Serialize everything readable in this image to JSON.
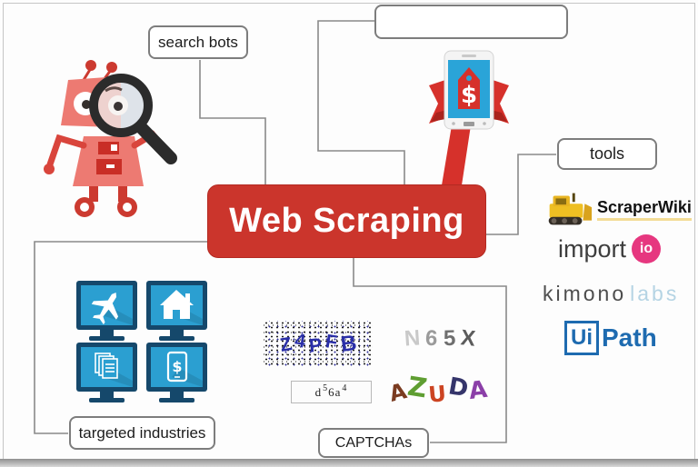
{
  "banner": {
    "label": "Web Scraping"
  },
  "nodes": {
    "search_bots": {
      "label": "search bots"
    },
    "top_box": {
      "label": ""
    },
    "tools": {
      "label": "tools"
    },
    "targeted_industries": {
      "label": "targeted industries"
    },
    "captchas": {
      "label": "CAPTCHAs"
    }
  },
  "illustrations": {
    "robot": "robot-with-magnifying-glass",
    "phone": {
      "icon": "price-tag",
      "dollar": "$"
    }
  },
  "monitors": [
    {
      "icon": "airplane-icon"
    },
    {
      "icon": "house-icon"
    },
    {
      "icon": "documents-icon"
    },
    {
      "icon": "mobile-dollar-icon",
      "dollar": "$"
    }
  ],
  "tools_logos": {
    "scraperwiki": {
      "text": "ScraperWiki",
      "icon": "bulldozer-icon"
    },
    "importio": {
      "text": "import",
      "badge": "io"
    },
    "kimonolabs": {
      "text": "kimono",
      "text2": "labs"
    },
    "uipath": {
      "text_box": "Ui",
      "text": "Path"
    }
  },
  "captcha_samples": {
    "noisy": {
      "letters": [
        "Z",
        "4",
        "P",
        "F",
        "B"
      ]
    },
    "gray": {
      "letters": [
        "N",
        "6",
        "5",
        "X"
      ]
    },
    "boxed": {
      "parts": [
        "d",
        "5",
        "6",
        "a",
        "4"
      ]
    },
    "colorful": {
      "letters": [
        "A",
        "Z",
        "U",
        "D",
        "A"
      ]
    }
  },
  "colors": {
    "banner_red": "#cb352c",
    "connector_gray": "#8a8a8a",
    "robot_salmon": "#ed7a72",
    "robot_red": "#cc3a30",
    "phone_screen_blue": "#2aa4d8",
    "tag_red": "#d6312b",
    "monitor_frame_navy": "#15486b",
    "monitor_screen_blue": "#2b9fd1",
    "scraperwiki_yellow": "#eebf23",
    "importio_pink": "#e6377f",
    "kimonolabs_blue": "#b5d4e4",
    "uipath_blue": "#1e6bb0"
  }
}
